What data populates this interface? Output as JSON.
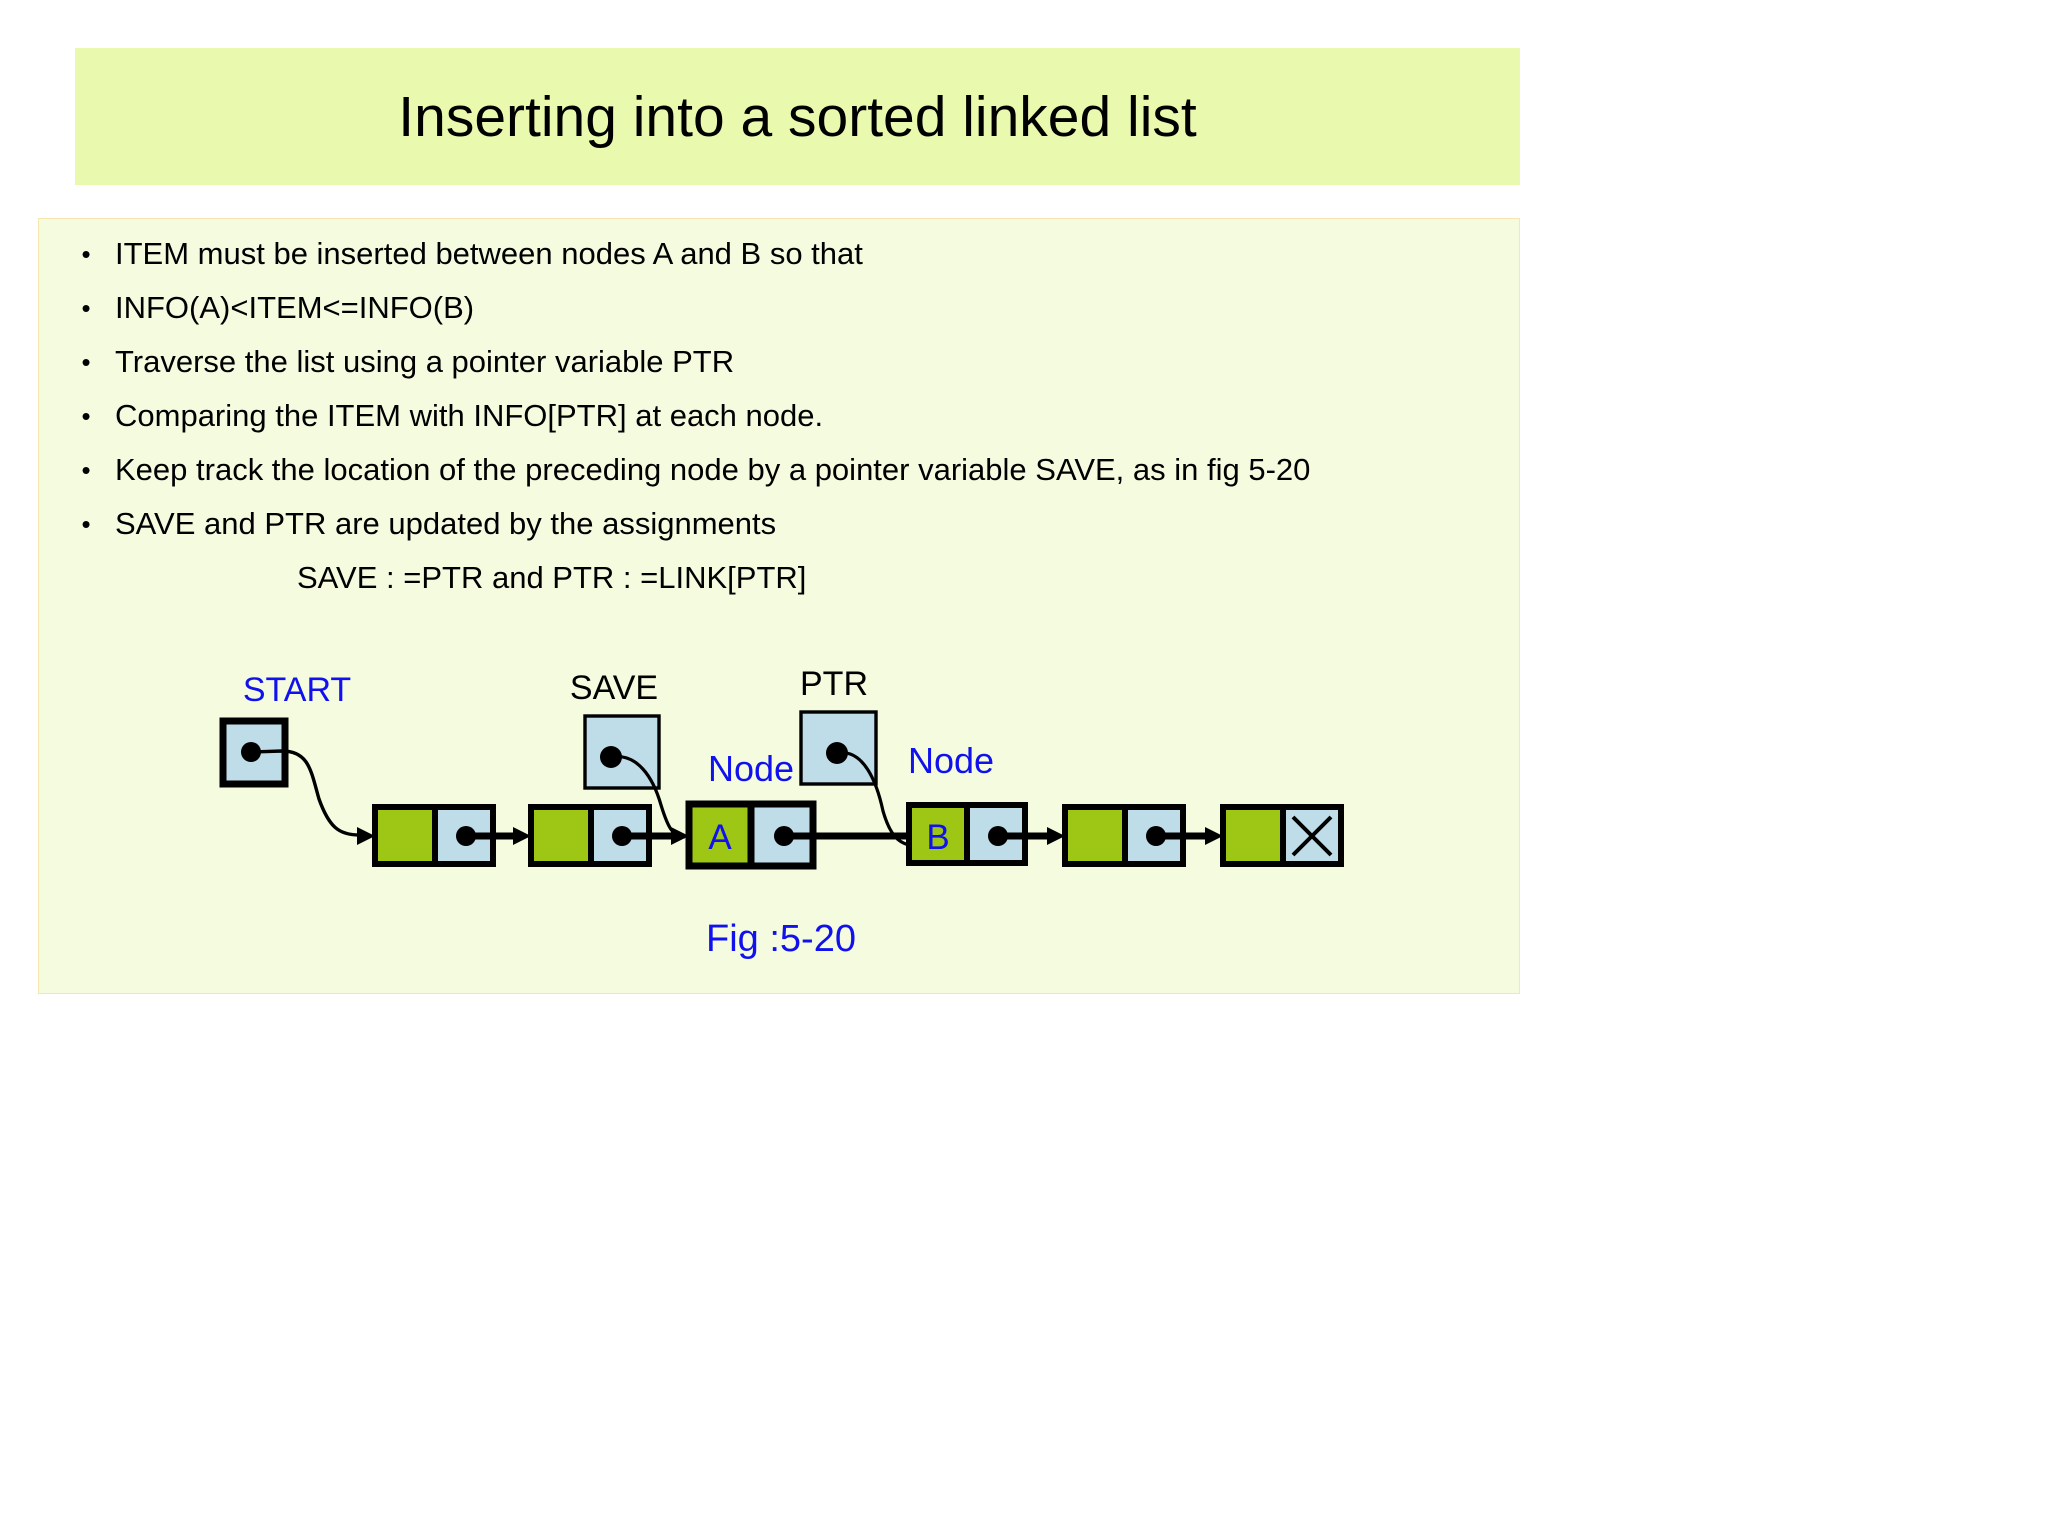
{
  "slide": {
    "title": "Inserting into a sorted linked list",
    "title_bg": "#e9f9ae",
    "body_bg": "#f4fbdf",
    "body_border": "#f6e6b0"
  },
  "bullets": [
    {
      "marker": "•",
      "text": "ITEM must be inserted between nodes A and B so that"
    },
    {
      "marker": "•",
      "text": "INFO(A)<ITEM<=INFO(B)"
    },
    {
      "marker": "•",
      "text": "Traverse the list using a pointer variable PTR"
    },
    {
      "marker": "•",
      "text": "Comparing the ITEM with INFO[PTR] at each node."
    },
    {
      "marker": "•",
      "text": "Keep track the location of the preceding  node by a pointer variable SAVE, as in fig 5-20"
    },
    {
      "marker": "•",
      "text": "SAVE and PTR are updated by the assignments"
    }
  ],
  "sub_line": "SAVE : =PTR and PTR : =LINK[PTR]",
  "diagram": {
    "caption": "Fig :5-20",
    "caption_color": "#1111ee",
    "pointer_boxes": [
      {
        "name": "start",
        "label": "START",
        "label_color": "#1111ee"
      },
      {
        "name": "save",
        "label": "SAVE",
        "label_color": "#000000"
      },
      {
        "name": "ptr",
        "label": "PTR",
        "label_color": "#000000"
      }
    ],
    "node_labels": [
      {
        "name": "node-a",
        "caption": "Node",
        "value": "A",
        "color": "#1111ee"
      },
      {
        "name": "node-b",
        "caption": "Node",
        "value": "B",
        "color": "#1111ee"
      }
    ],
    "colors": {
      "info_cell": "#9dc714",
      "link_cell": "#bedde9",
      "outline": "#000000"
    },
    "nodes": [
      {
        "info": "",
        "link": "pointer"
      },
      {
        "info": "",
        "link": "pointer"
      },
      {
        "info": "A",
        "link": "pointer"
      },
      {
        "info": "B",
        "link": "pointer"
      },
      {
        "info": "",
        "link": "pointer"
      },
      {
        "info": "",
        "link": "null"
      }
    ]
  }
}
